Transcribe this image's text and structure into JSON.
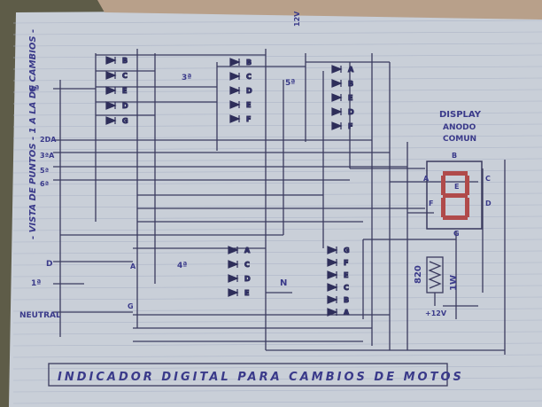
{
  "title": "INDICADOR DIGITAL PARA CAMBIOS DE MOTOS",
  "side_note": "- VISTA DE PUNTOS - 1 A LA DE CAMBIOS -",
  "ruler_text": "12V",
  "display": {
    "heading": "DISPLAY",
    "sub1": "ANODO",
    "sub2": "COMUN",
    "seg_b": "B",
    "seg_c": "C",
    "seg_e": "E",
    "seg_f": "F",
    "seg_a": "A",
    "seg_d": "D",
    "seg_g": "G"
  },
  "gear_labels": {
    "g2": "2ª",
    "g3": "3ª",
    "g5": "5ª",
    "g4": "4ª",
    "l2": "2DA",
    "l3": "3ªA",
    "l5": "5ª",
    "l6": "6ª",
    "d": "D",
    "n": "N",
    "neutral": "NEUTRAL",
    "first": "1ª",
    "a": "A",
    "g": "G"
  },
  "components": {
    "resistor": "820",
    "watt": "1W",
    "supply": "+12V"
  },
  "diode_groups": {
    "g2": [
      "B",
      "C",
      "E",
      "D",
      "G"
    ],
    "g3": [
      "B",
      "C",
      "D",
      "E",
      "F"
    ],
    "g5": [
      "A",
      "B",
      "E",
      "D",
      "F"
    ],
    "g4": [
      "A",
      "C",
      "D",
      "E"
    ],
    "n": [
      "G",
      "F",
      "E",
      "C",
      "B",
      "A"
    ]
  }
}
